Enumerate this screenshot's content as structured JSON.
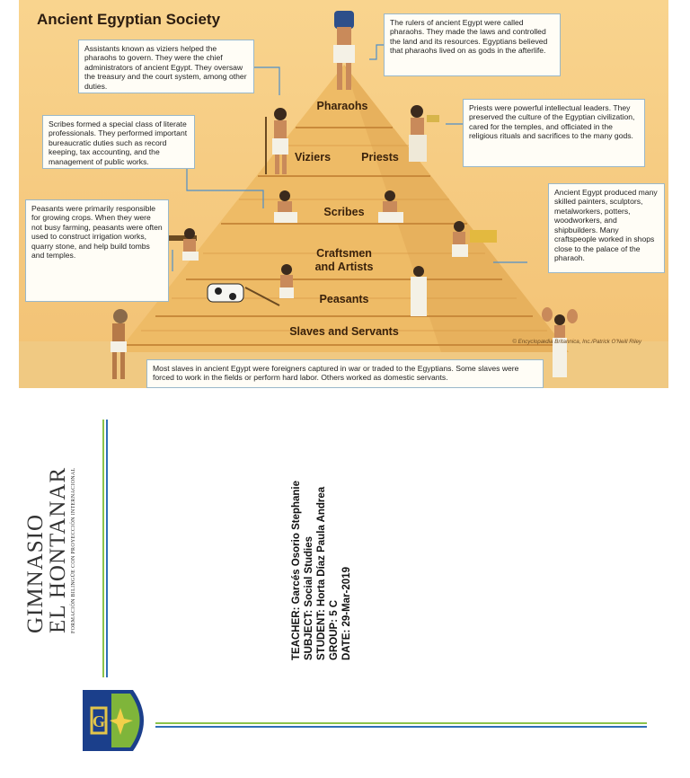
{
  "infographic": {
    "title": "Ancient Egyptian Society",
    "tiers": {
      "pharaohs": "Pharaohs",
      "viziers": "Viziers",
      "priests": "Priests",
      "scribes": "Scribes",
      "craftsmen": "Craftsmen\nand Artists",
      "peasants": "Peasants",
      "slaves": "Slaves and Servants"
    },
    "captions": {
      "pharaohs": "The rulers of ancient Egypt were called pharaohs. They made the laws and controlled the land and its resources. Egyptians believed that pharaohs lived on as gods in the afterlife.",
      "viziers": "Assistants known as viziers helped the pharaohs to govern. They were the chief administrators of ancient Egypt. They oversaw the treasury and the court system, among other duties.",
      "priests": "Priests were powerful intellectual leaders. They preserved the culture of the Egyptian civilization, cared for the temples, and officiated in the religious rituals and sacrifices to the many gods.",
      "scribes": "Scribes formed a special class of literate professionals. They performed important bureaucratic duties such as record keeping, tax accounting, and the management of public works.",
      "craftsmen": "Ancient Egypt produced many skilled painters, sculptors, metalworkers, potters, woodworkers, and shipbuilders. Many craftspeople worked in shops close to the palace of the pharaoh.",
      "peasants": "Peasants were primarily responsible for growing crops. When they were not busy farming, peasants were often used to construct irrigation works, quarry stone, and help build tombs and temples.",
      "slaves": "Most slaves in ancient Egypt were foreigners captured in war or traded to the Egyptians. Some slaves were forced to work in the fields or perform hard labor. Others worked as domestic servants."
    },
    "credit": "© Encyclopædia Britannica, Inc./Patrick O'Neill Riley"
  },
  "school": {
    "line1": "GIMNASIO",
    "line2": "EL HONTANAR",
    "tagline": "FORMACIÓN BILINGÜE CON PROYECCIÓN INTERNACIONAL"
  },
  "student_info": {
    "teacher": "TEACHER: Garcés Osorio Stephanie",
    "subject": "SUBJECT: Social Studies",
    "student": "STUDENT: Horta Díaz Paula Andrea",
    "group": "GROUP: 5 C",
    "date": "DATE: 29-Mar-2019"
  },
  "colors": {
    "sky": "#f5c87a",
    "pyramid_light": "#f0bf6d",
    "pyramid_dark": "#d9a04f",
    "line_blue": "#2f6fb6",
    "line_green": "#8bc34a",
    "crest_blue": "#1b3f8b",
    "crest_green": "#7fb53a"
  }
}
